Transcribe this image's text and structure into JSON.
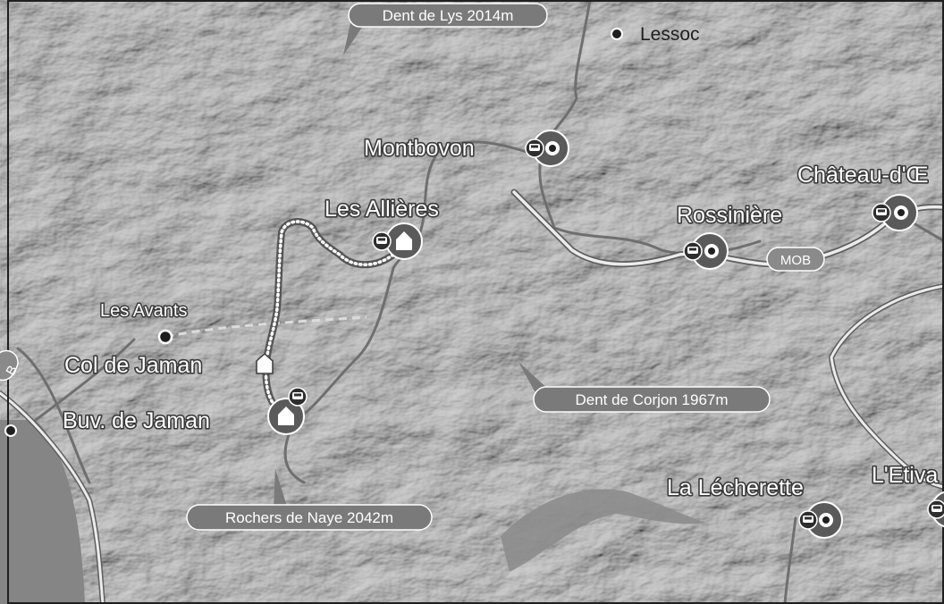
{
  "map": {
    "places": {
      "lessoc": "Lessoc",
      "montbovon": "Montbovon",
      "les_allieres": "Les Allières",
      "chateau_doex": "Château-d'Œ",
      "rossiniere": "Rossinière",
      "les_avants": "Les Avants",
      "col_de_jaman": "Col de Jaman",
      "buv_de_jaman": "Buv. de Jaman",
      "la_lecherette": "La Lécherette",
      "l_etivaz": "L'Etiva"
    },
    "peaks": {
      "dent_de_lys": "Dent de Lys 2014m",
      "dent_de_corjon": "Dent de Corjon 1967m",
      "rochers_de_naye": "Rochers de Naye 2042m"
    },
    "rail": {
      "mob_label": "MOB",
      "edge_label": "B"
    },
    "icons": {
      "bus": "bus-icon",
      "station": "station-icon",
      "hut": "hut-icon",
      "town": "town-dot-icon"
    },
    "colors": {
      "terrain": "#9a9a9a",
      "lake": "#8a8a8a",
      "road": "#6e6e6e",
      "rail": "#eeeeee",
      "route": "#5a5a5a",
      "badge": "#7a7a7a"
    }
  }
}
